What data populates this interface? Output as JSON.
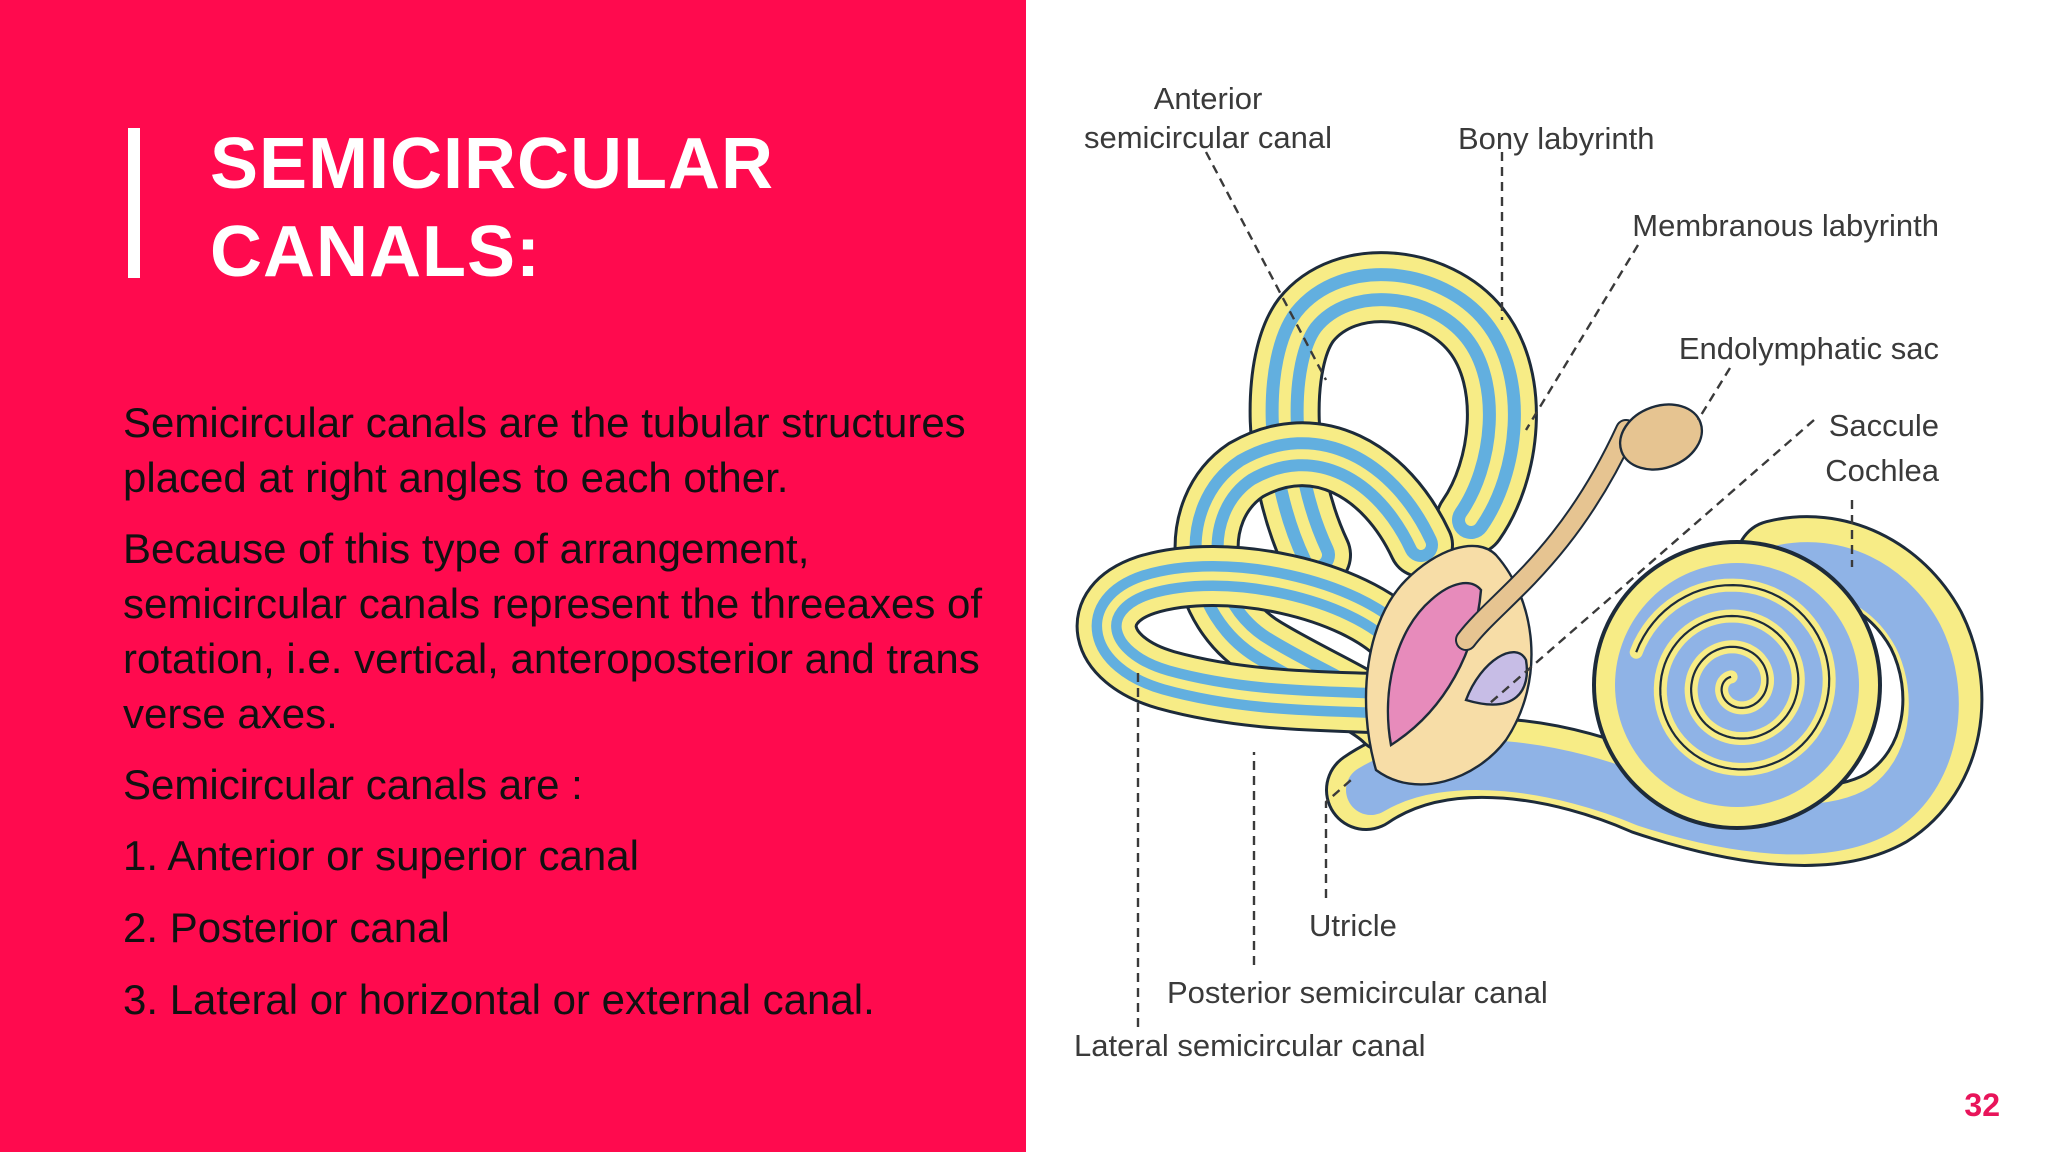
{
  "slide": {
    "background_color": "#FF0A4E",
    "accent_color": "#E8145A",
    "title_lines": [
      "SEMICIRCULAR",
      "CANALS:"
    ],
    "paragraphs": [
      "Semicircular canals are the tubular structures placed at right angles to each other.",
      "Because of this type of arrangement, semicircular canals represent the threeaxes of rotation, i.e. vertical, anteroposterior and trans verse axes.",
      "Semicircular canals are :"
    ],
    "list_items": [
      "1. Anterior or superior canal",
      "2. Posterior canal",
      "3. Lateral or horizontal or external canal."
    ],
    "page_number": "32"
  },
  "figure": {
    "labels": {
      "anterior_line1": "Anterior",
      "anterior_line2": "semicircular canal",
      "bony_labyrinth": "Bony labyrinth",
      "membranous_labyrinth": "Membranous labyrinth",
      "endolymphatic_sac": "Endolymphatic sac",
      "saccule": "Saccule",
      "cochlea": "Cochlea",
      "utricle": "Utricle",
      "posterior_canal": "Posterior semicircular canal",
      "lateral_canal": "Lateral semicircular canal"
    },
    "colors": {
      "bony": "#F7EC86",
      "perilymph": "#62AFDF",
      "cochlea": "#8FB3E6",
      "vestibule": "#F7DDA7",
      "utricle": "#E78BBB",
      "saccule": "#C7BDE6",
      "sac": "#E6C491",
      "outline": "#1D2B3A"
    }
  }
}
